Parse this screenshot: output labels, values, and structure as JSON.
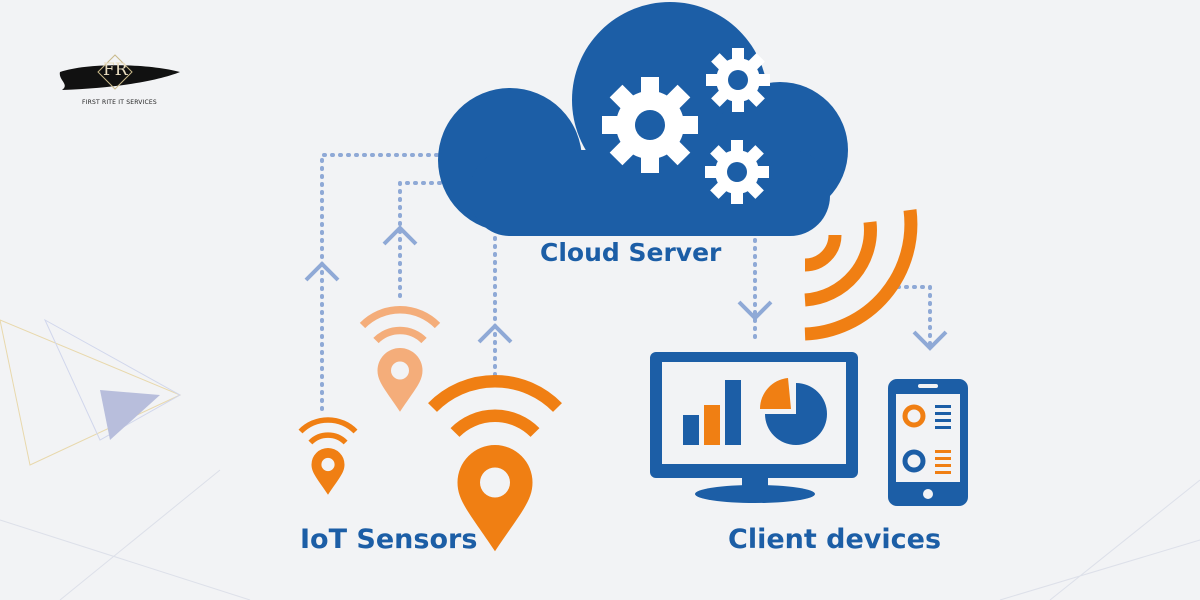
{
  "logo": {
    "monogram": "FR",
    "company": "FIRST RITE IT SERVICES"
  },
  "labels": {
    "cloud": "Cloud Server",
    "iot": "IoT Sensors",
    "client": "Client devices"
  },
  "icons": [
    "cloud-icon",
    "gear-icon",
    "wifi-signal-icon",
    "location-pin-icon",
    "monitor-icon",
    "smartphone-icon",
    "bar-chart-icon",
    "pie-chart-icon",
    "arrow-up-icon",
    "arrow-down-icon"
  ],
  "colors": {
    "blue": "#1c5ea6",
    "orange": "#f07f13",
    "light_orange": "#f4ad7a",
    "dotted": "#8fa9d6",
    "background": "#f2f3f5"
  }
}
